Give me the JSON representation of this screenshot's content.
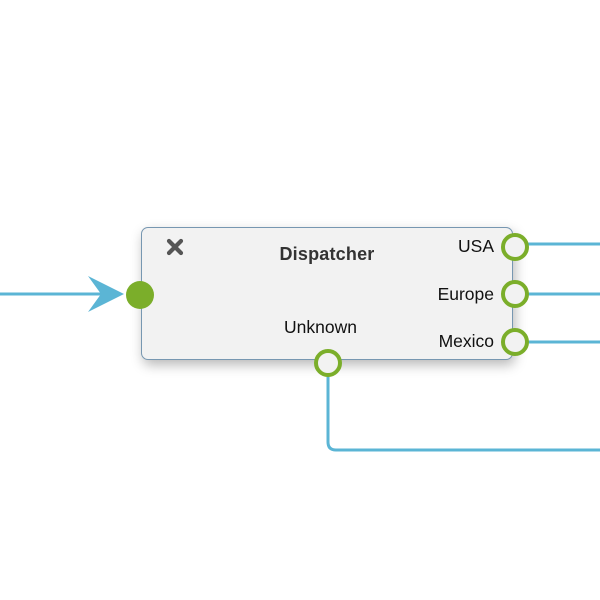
{
  "node": {
    "title": "Dispatcher",
    "close_icon": "close-icon",
    "outputs": [
      {
        "label": "USA"
      },
      {
        "label": "Europe"
      },
      {
        "label": "Mexico"
      }
    ],
    "fallback_output": {
      "label": "Unknown"
    }
  },
  "colors": {
    "wire": "#5bb5d5",
    "terminal": "#7bae2a",
    "node_fill": "#f2f2f2",
    "node_border": "#7797b1",
    "close_icon": "#555555"
  }
}
